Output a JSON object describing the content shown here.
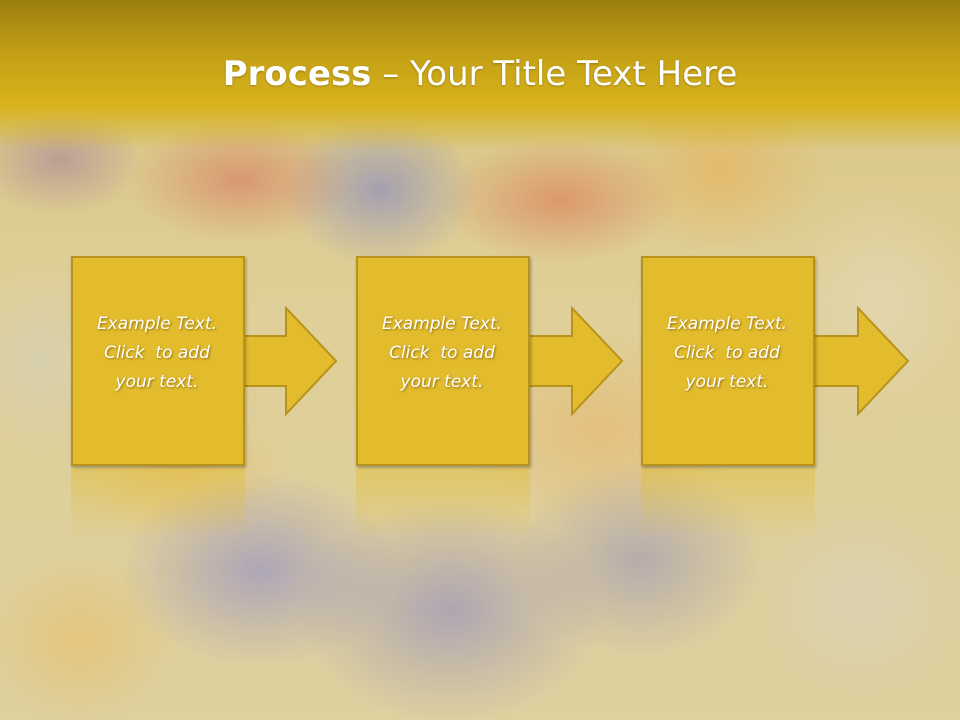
{
  "slide": {
    "title_bold": "Process",
    "title_rest": " – Your Title Text Here"
  },
  "steps": [
    {
      "line1": "Example Text.",
      "line2": "Click  to add",
      "line3": "your text."
    },
    {
      "line1": "Example Text.",
      "line2": "Click  to add",
      "line3": "your text."
    },
    {
      "line1": "Example Text.",
      "line2": "Click  to add",
      "line3": "your text."
    }
  ],
  "colors": {
    "title_bar": "#c39f15",
    "box_fill": "#e2bc2c",
    "box_border": "#b8921a",
    "text": "#ffffff"
  },
  "icons": [
    "arrow-right-icon",
    "arrow-right-icon",
    "arrow-right-icon"
  ]
}
